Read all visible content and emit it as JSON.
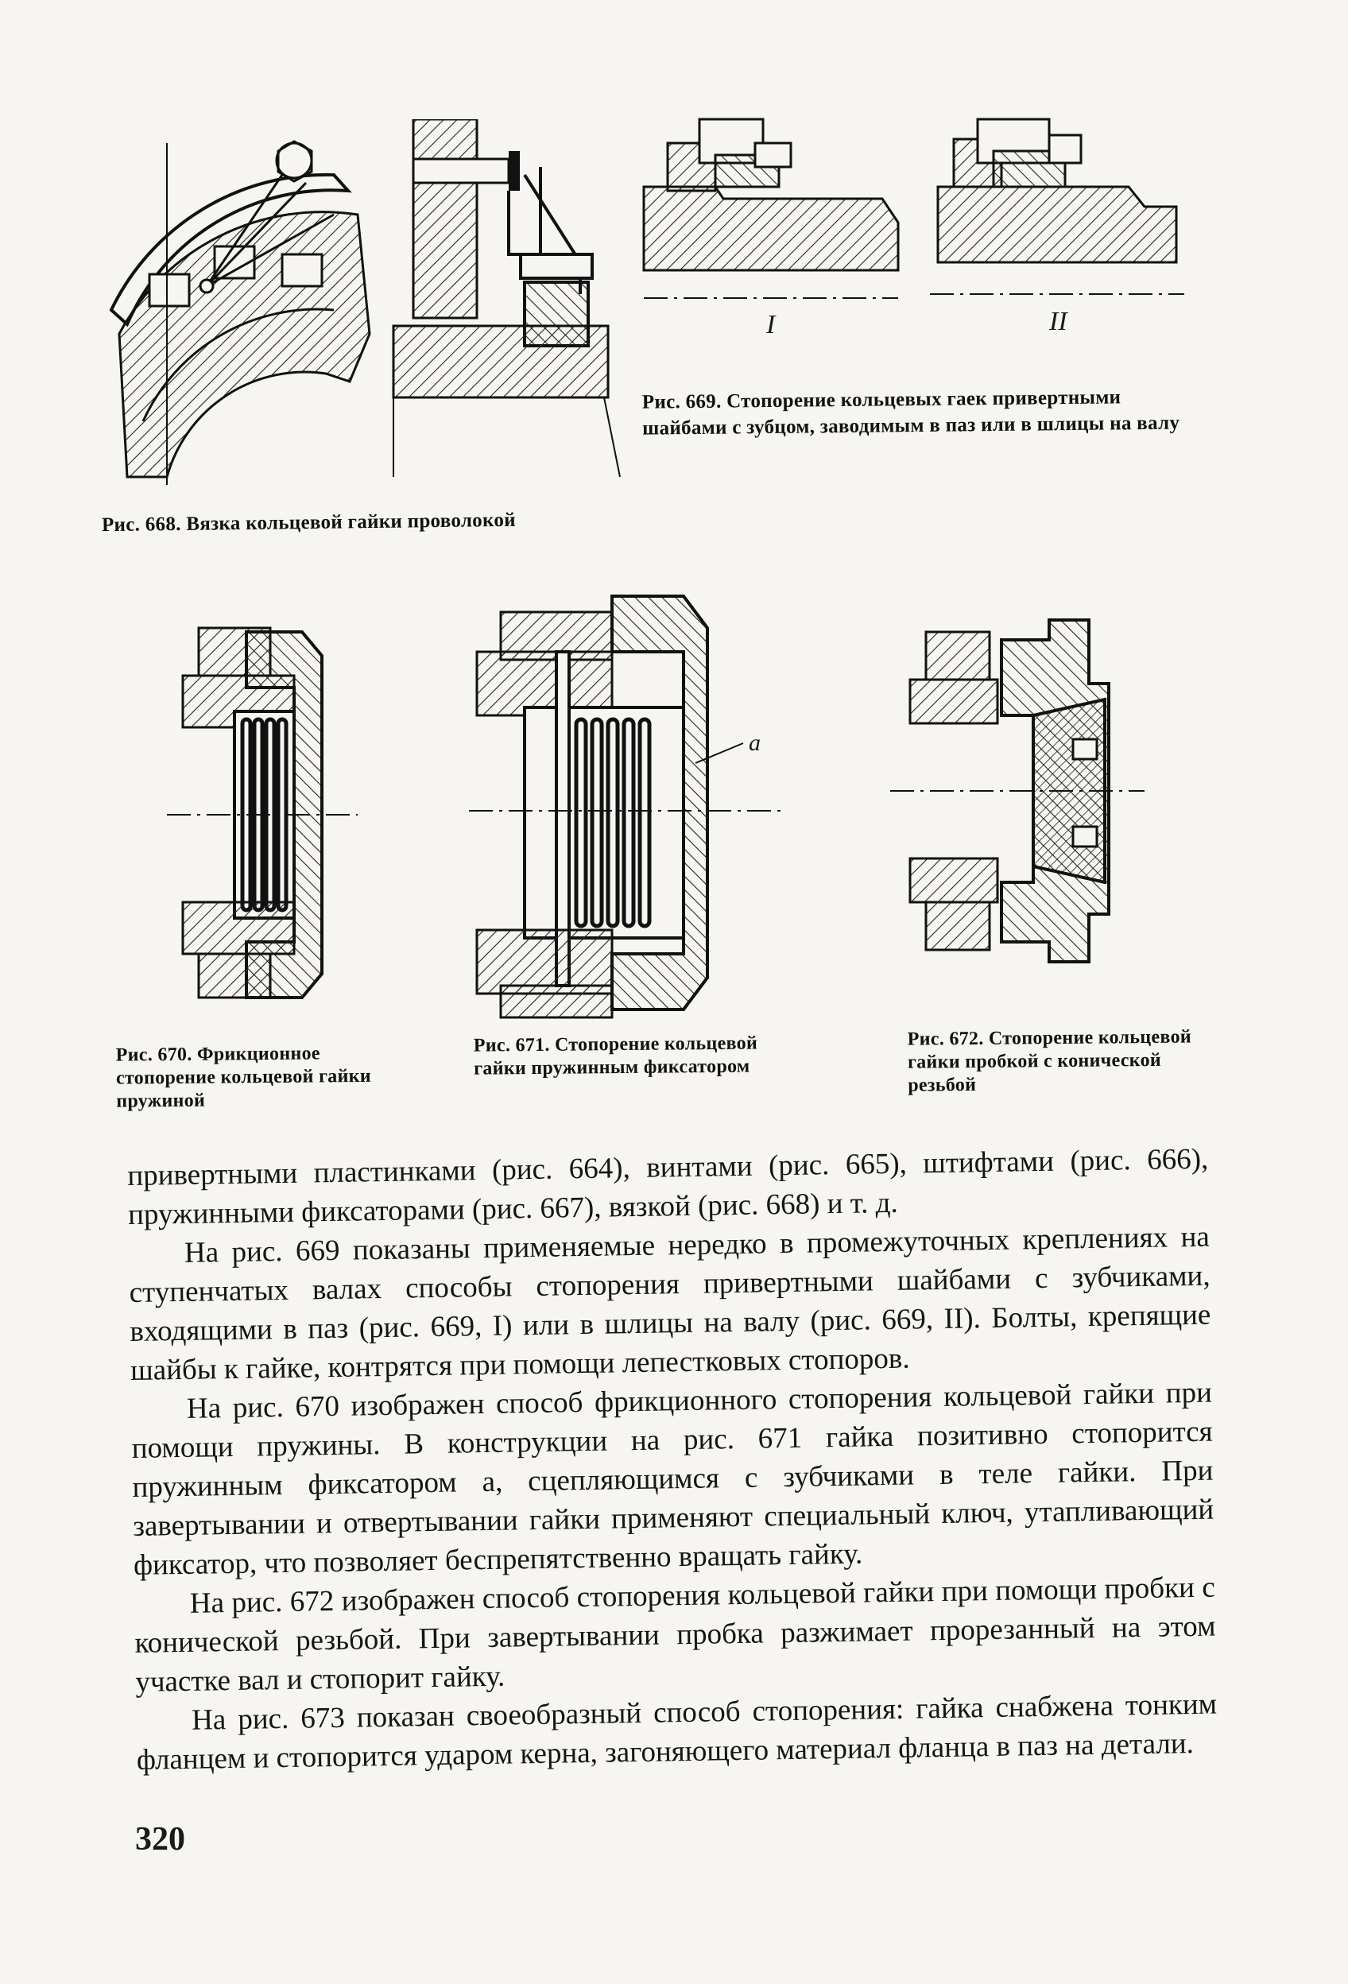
{
  "figures": {
    "fig668": {
      "caption": "Рис. 668. Вязка кольцевой гайки проволокой"
    },
    "fig669": {
      "caption": "Рис. 669. Стопорение кольцевых гаек привертными шайбами с зубцом, заводимым в паз или в шлицы на валу",
      "variant_labels": [
        "I",
        "II"
      ]
    },
    "fig670": {
      "caption": "Рис. 670. Фрикционное стопорение кольцевой гайки пружиной"
    },
    "fig671": {
      "caption": "Рис. 671. Стопорение кольцевой гайки пружинным фиксатором",
      "leader_label": "a"
    },
    "fig672": {
      "caption": "Рис. 672. Стопорение кольцевой гайки пробкой с конической резьбой"
    }
  },
  "body": {
    "paragraphs": [
      "привертными пластинками (рис. 664), винтами (рис. 665), штифтами (рис. 666), пружинными фиксаторами (рис. 667), вязкой (рис. 668) и т. д.",
      "На рис. 669 показаны применяемые нередко в промежуточных креплениях на ступенчатых валах способы стопорения привертными шайбами с зубчиками, входящими в паз (рис. 669, I) или в шлицы на валу (рис. 669, II). Болты, крепящие шайбы к гайке, контрятся при помощи лепестковых стопоров.",
      "На рис. 670 изображен способ фрикционного стопорения кольцевой гайки при помощи пружины. В конструкции на рис. 671 гайка позитивно стопорится пружинным фиксатором а, сцепляющимся с зубчиками в теле гайки. При завертывании и отвертывании гайки применяют специальный ключ, утапливающий фиксатор, что позволяет беспрепятственно вращать гайку.",
      "На рис. 672 изображен способ стопорения кольцевой гайки при помощи пробки с конической резьбой. При завертывании пробка разжимает прорезанный на этом участке вал и стопорит гайку.",
      "На рис. 673 показан своеобразный способ стопорения: гайка снабжена тонким фланцем и стопорится ударом керна, загоняющего материал фланца в паз на детали."
    ]
  },
  "page_number": "320"
}
